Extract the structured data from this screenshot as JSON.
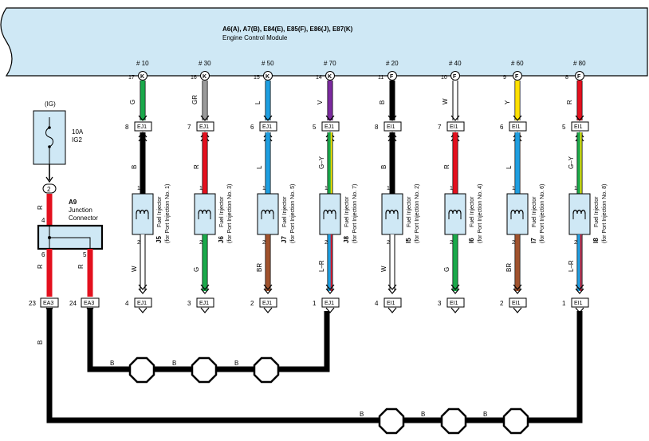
{
  "ecm": {
    "title": "A6(A), A7(B), E84(E), E85(F), E86(J), E87(K)",
    "subtitle": "Engine Control Module"
  },
  "colors": {
    "B": "#000000",
    "GR": "#9a9a9a",
    "G": "#1aa84a",
    "L": "#1e9ee0",
    "V": "#7b2a9e",
    "W": "#ffffff",
    "Y": "#ffe000",
    "R": "#e3101e",
    "BR": "#a0522d",
    "module": "#cfe8f5",
    "body": "#cfe8f5"
  },
  "fuse": {
    "label_ig": "(IG)",
    "amp": "10A",
    "name": "IG2"
  },
  "junction": {
    "id": "A9",
    "name_line1": "Junction",
    "name_line2": "Connector",
    "in_pin": "2",
    "in_wire": "R",
    "pin4": "4",
    "pin6": "6",
    "pin6_wire": "R",
    "pin5": "5",
    "pin5_wire": "R"
  },
  "ea3": [
    {
      "pin": "23",
      "label": "EA3"
    },
    {
      "pin": "24",
      "label": "EA3"
    }
  ],
  "ground_wire_label": "B",
  "injectors": [
    {
      "hash": "# 10",
      "ecm_pin": "17",
      "ecm_conn": "K",
      "top_wire": "G",
      "conn_pin": "8",
      "conn": "EJ1",
      "upper_wire": "B",
      "pin1": "1",
      "pin2": "2",
      "lower_wire": "W",
      "bot_pin": "4",
      "bot_conn": "EJ1",
      "id": "J5",
      "name": "Fuel Injector",
      "desc": "(for Port Injection No. 1)"
    },
    {
      "hash": "# 30",
      "ecm_pin": "16",
      "ecm_conn": "K",
      "top_wire": "GR",
      "conn_pin": "7",
      "conn": "EJ1",
      "upper_wire": "R",
      "pin1": "1",
      "pin2": "2",
      "lower_wire": "G",
      "bot_pin": "3",
      "bot_conn": "EJ1",
      "id": "J6",
      "name": "Fuel Injector",
      "desc": "(for Port Injection No. 3)"
    },
    {
      "hash": "# 50",
      "ecm_pin": "15",
      "ecm_conn": "K",
      "top_wire": "L",
      "conn_pin": "6",
      "conn": "EJ1",
      "upper_wire": "L",
      "pin1": "1",
      "pin2": "2",
      "lower_wire": "BR",
      "bot_pin": "2",
      "bot_conn": "EJ1",
      "id": "J7",
      "name": "Fuel Injector",
      "desc": "(for Port Injection No. 5)"
    },
    {
      "hash": "# 70",
      "ecm_pin": "14",
      "ecm_conn": "K",
      "top_wire": "V",
      "conn_pin": "5",
      "conn": "EJ1",
      "upper_wire": "G–Y",
      "pin1": "1",
      "pin2": "2",
      "lower_wire": "L–R",
      "bot_pin": "1",
      "bot_conn": "EJ1",
      "id": "J8",
      "name": "Fuel Injector",
      "desc": "(for Port Injection No. 7)"
    },
    {
      "hash": "# 20",
      "ecm_pin": "11",
      "ecm_conn": "F",
      "top_wire": "B",
      "conn_pin": "8",
      "conn": "EI1",
      "upper_wire": "B",
      "pin1": "1",
      "pin2": "2",
      "lower_wire": "W",
      "bot_pin": "4",
      "bot_conn": "EI1",
      "id": "I5",
      "name": "Fuel Injector",
      "desc": "(for Port Injection No. 2)"
    },
    {
      "hash": "# 40",
      "ecm_pin": "10",
      "ecm_conn": "F",
      "top_wire": "W",
      "conn_pin": "7",
      "conn": "EI1",
      "upper_wire": "R",
      "pin1": "1",
      "pin2": "2",
      "lower_wire": "G",
      "bot_pin": "3",
      "bot_conn": "EI1",
      "id": "I6",
      "name": "Fuel Injector",
      "desc": "(for Port Injection No. 4)"
    },
    {
      "hash": "# 60",
      "ecm_pin": "9",
      "ecm_conn": "F",
      "top_wire": "Y",
      "conn_pin": "6",
      "conn": "EI1",
      "upper_wire": "L",
      "pin1": "1",
      "pin2": "2",
      "lower_wire": "BR",
      "bot_pin": "2",
      "bot_conn": "EI1",
      "id": "I7",
      "name": "Fuel Injector",
      "desc": "(for Port Injection No. 6)"
    },
    {
      "hash": "# 80",
      "ecm_pin": "8",
      "ecm_conn": "F",
      "top_wire": "R",
      "conn_pin": "5",
      "conn": "EI1",
      "upper_wire": "G–Y",
      "pin1": "1",
      "pin2": "2",
      "lower_wire": "L–R",
      "bot_pin": "1",
      "bot_conn": "EI1",
      "id": "I8",
      "name": "Fuel Injector",
      "desc": "(for Port Injection No. 8)"
    }
  ]
}
